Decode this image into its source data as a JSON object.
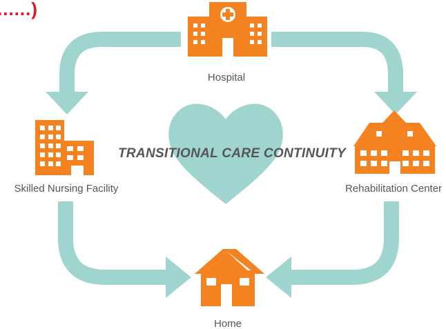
{
  "corner_fragment": "......)",
  "center_label": "TRANSITIONAL CARE CONTINUITY",
  "nodes": {
    "hospital": "Hospital",
    "skilled_nursing": "Skilled Nursing Facility",
    "rehabilitation": "Rehabilitation Center",
    "home": "Home"
  },
  "icons": {
    "hospital": "hospital-building-icon",
    "skilled_nursing": "office-building-icon",
    "rehabilitation": "large-building-icon",
    "home": "house-icon",
    "center": "heart-icon"
  },
  "colors": {
    "arrow": "#9fd4cf",
    "icon": "#f58220",
    "heart": "#9fd4cf",
    "label": "#555555",
    "corner_fragment": "#e8141b"
  }
}
